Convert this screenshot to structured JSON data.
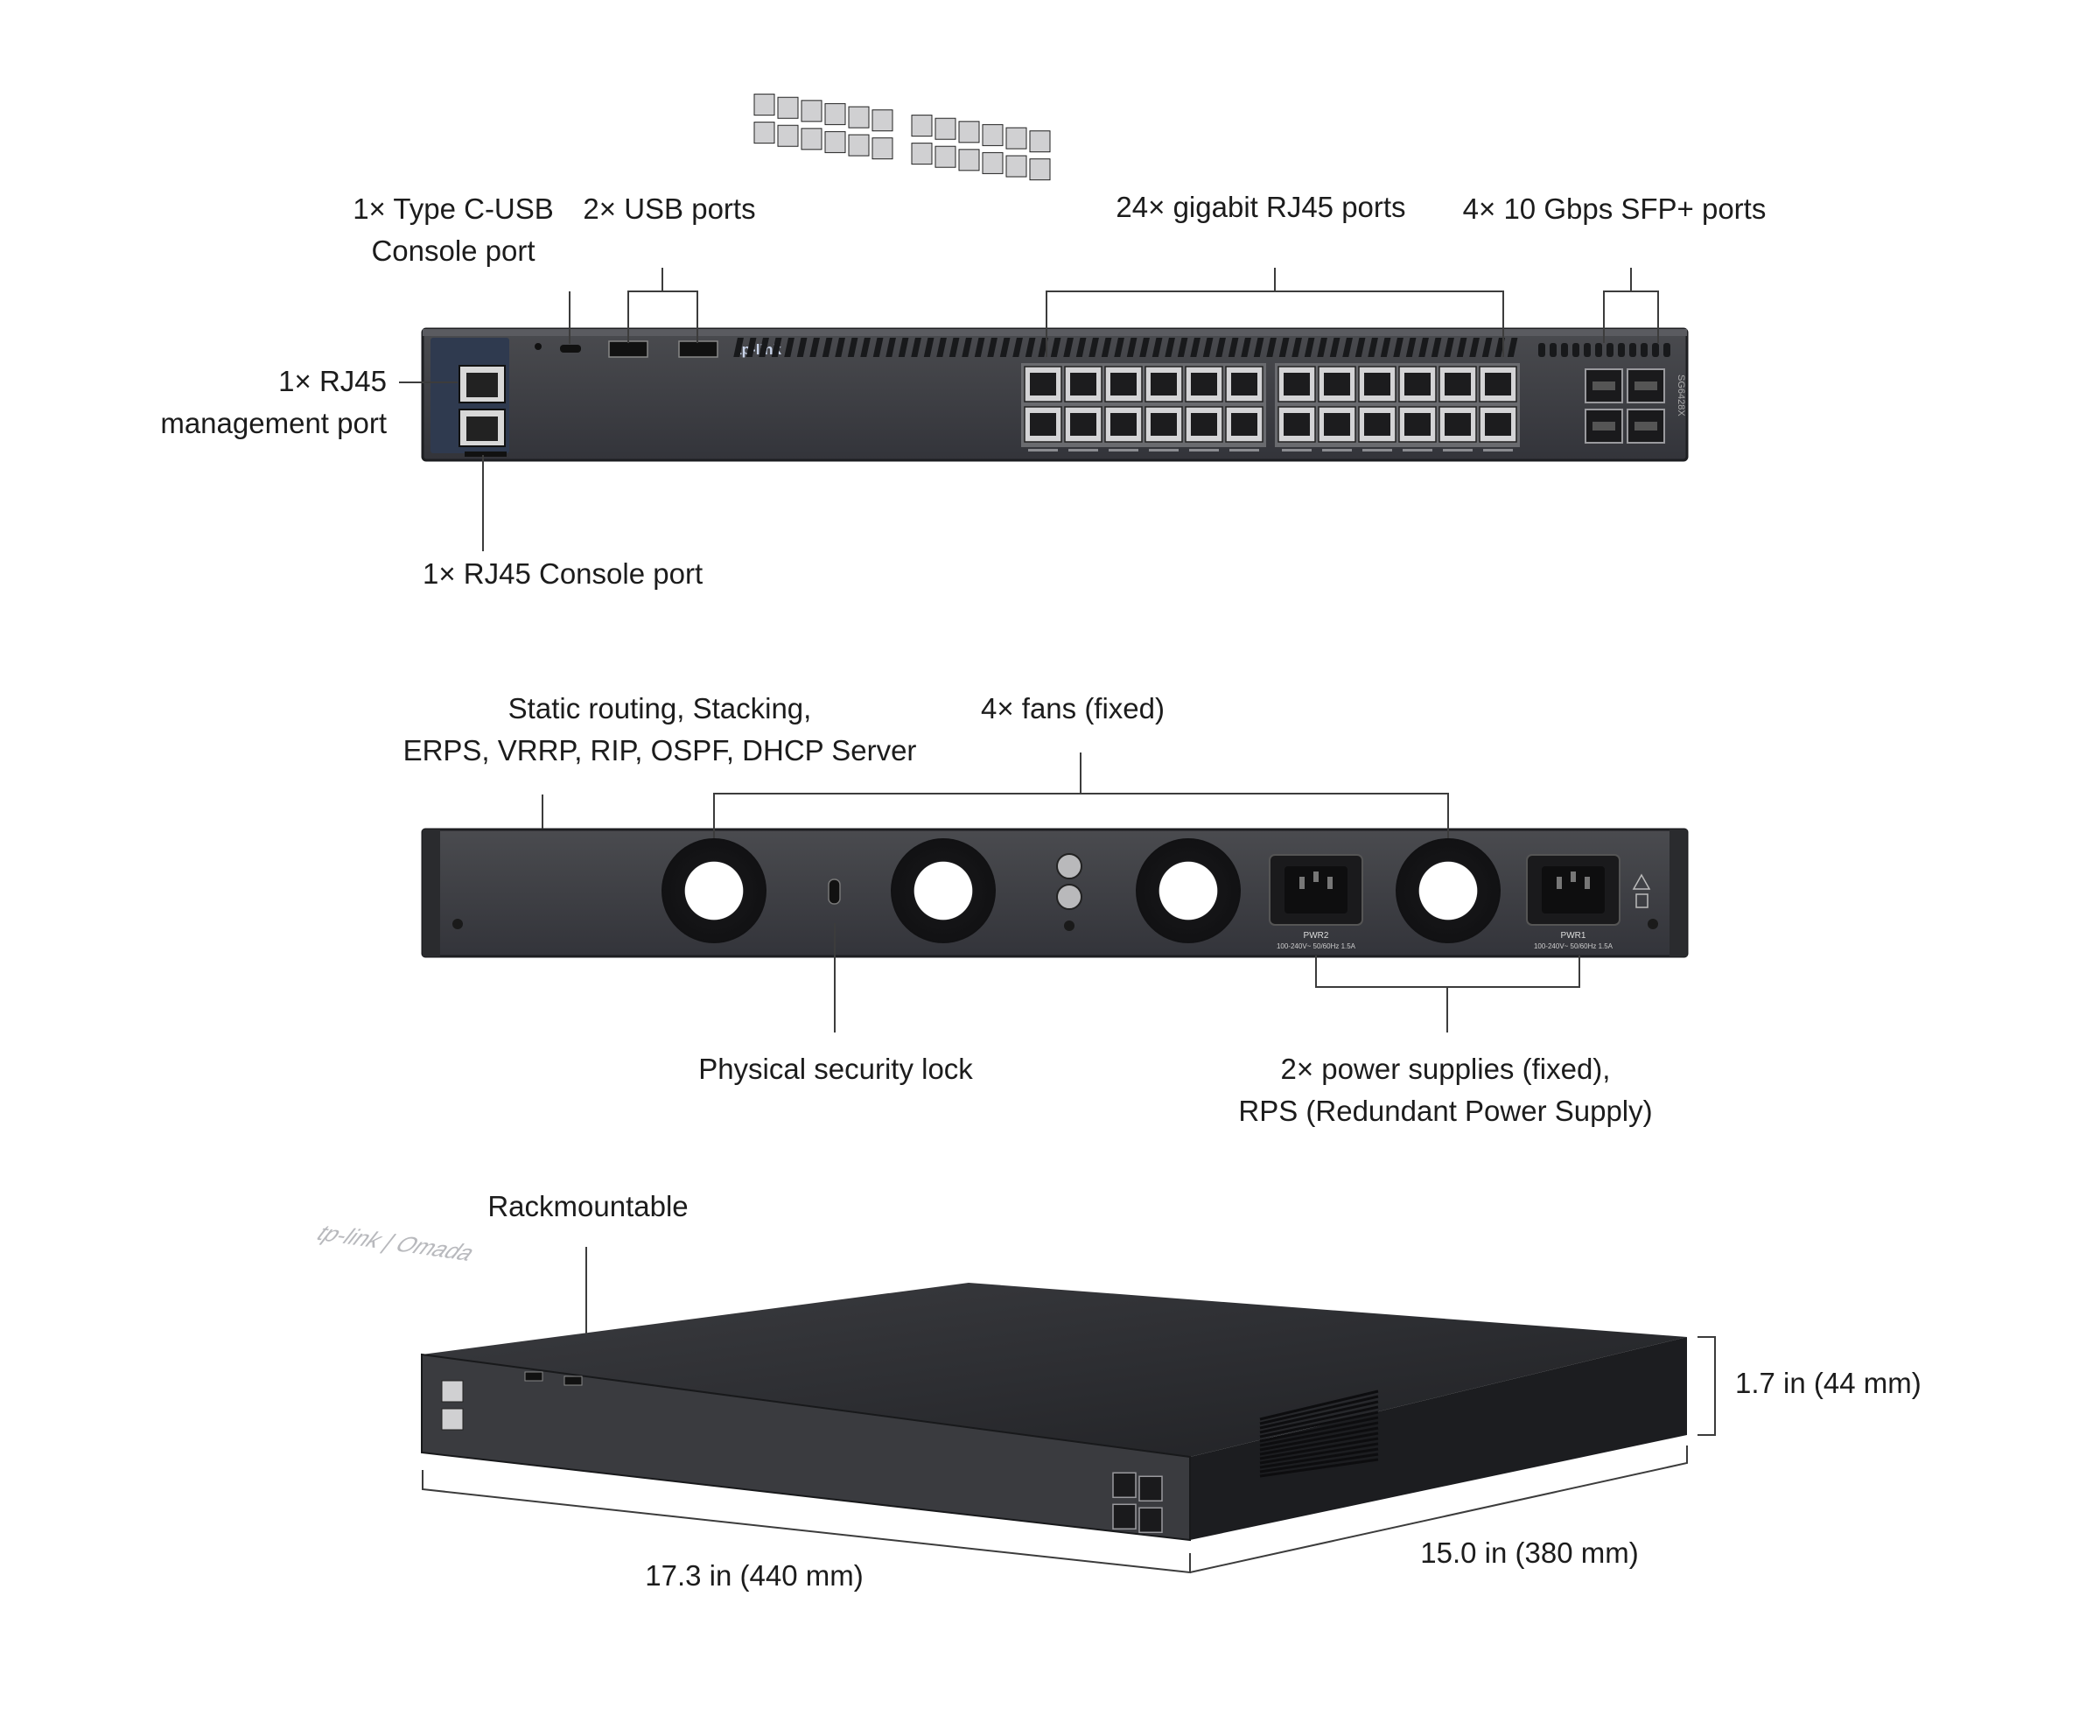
{
  "front_labels": {
    "typec_line1": "1× Type C-USB",
    "typec_line2": "Console port",
    "usb": "2× USB ports",
    "rj45_gigabit": "24× gigabit RJ45 ports",
    "sfp": "4× 10 Gbps SFP+ ports",
    "mgmt_line1": "1× RJ45",
    "mgmt_line2": "management port",
    "rj45_console": "1× RJ45 Console port"
  },
  "rear_labels": {
    "features_line1": "Static routing, Stacking,",
    "features_line2": "ERPS, VRRP, RIP, OSPF, DHCP Server",
    "fans": "4× fans (fixed)",
    "lock": "Physical security lock",
    "power_line1": "2× power supplies (fixed),",
    "power_line2": "RPS (Redundant Power Supply)"
  },
  "iso_labels": {
    "rack": "Rackmountable",
    "height": "1.7 in (44 mm)",
    "width": "17.3 in (440 mm)",
    "depth": "15.0 in (380 mm)"
  },
  "device_marks": {
    "brand": "tp-link",
    "brand_top": "tp-link | Omada",
    "model": "SG6428X",
    "pwr1": "PWR1",
    "pwr2": "PWR2",
    "pwr_rating": "100-240V~ 50/60Hz 1.5A"
  },
  "colors": {
    "chassis": "#3a3b3e",
    "chassis_dark": "#26272a",
    "line": "#3c3c3c",
    "text": "#1c1c1c"
  }
}
